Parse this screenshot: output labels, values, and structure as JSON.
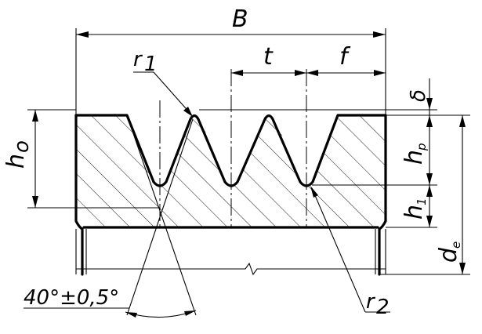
{
  "labels": {
    "width": "B",
    "pitch": "t",
    "edge_distance": "f",
    "top_radius": "1",
    "top_radius_letter": "r",
    "bottom_radius_letter": "r",
    "bottom_radius": "2",
    "offset": "δ",
    "groove_height": "h",
    "groove_height_sub": "o",
    "profile_height": "h",
    "profile_height_sub": "p",
    "base_height": "h",
    "base_height_sub": "1",
    "outer_diameter": "d",
    "outer_diameter_sub": "e",
    "groove_angle": "40°±0,5°"
  }
}
